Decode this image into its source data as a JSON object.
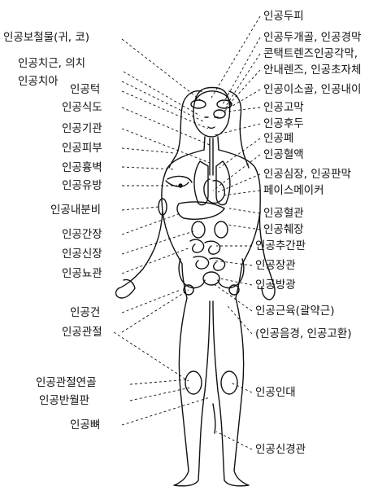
{
  "diagram": {
    "left_labels": [
      "인공보철물(귀, 코)",
      "인공치근, 의치",
      "인공치아",
      "인공턱",
      "인공식도",
      "인공기관",
      "인공피부",
      "인공흉벽",
      "인공유방",
      "인공내분비",
      "인공간장",
      "인공신장",
      "인공뇨관",
      "인공건",
      "인공관절",
      "인공관절연골",
      "인공반월판",
      "인공뼈"
    ],
    "right_labels": [
      "인공두피",
      "인공두개골, 인공경막",
      "콘택트렌즈인공각막,",
      "안내렌즈, 인공초자체",
      "인공이소골, 인공내이",
      "인공고막",
      "인공후두",
      "인공폐",
      "인공혈액",
      "인공심장, 인공판막",
      "페이스메이커",
      "인공혈관",
      "인공췌장",
      "인공추간판",
      "인공장관",
      "인공방광",
      "인공근육(괄약근)",
      "(인공음경, 인공고환)",
      "인공인대",
      "인공신경관"
    ]
  }
}
